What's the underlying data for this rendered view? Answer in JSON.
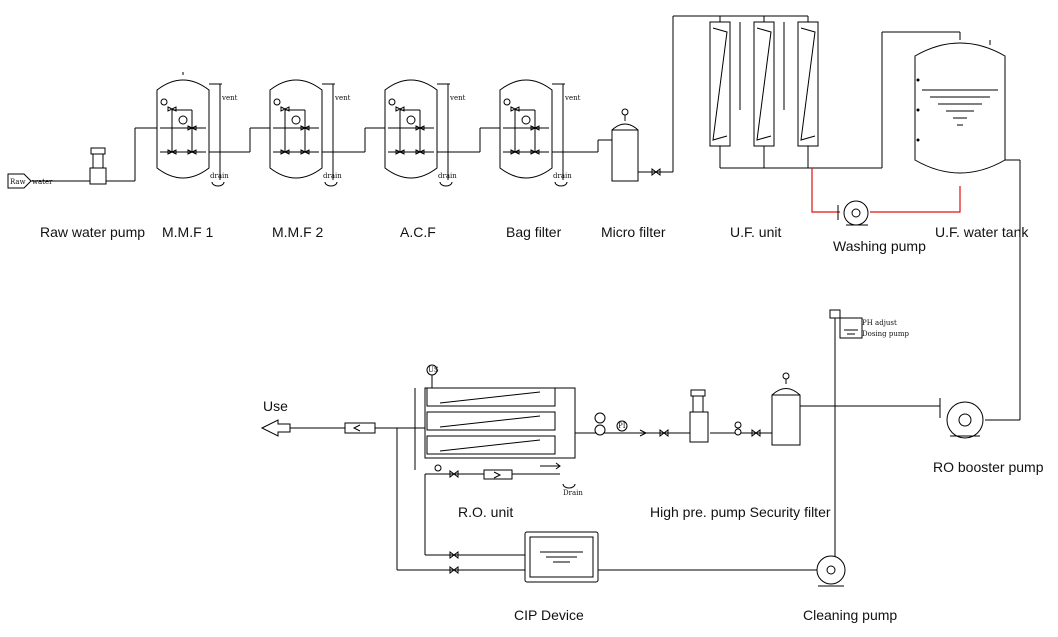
{
  "labels": {
    "raw_water_pump": "Raw water pump",
    "mmf1": "M.M.F 1",
    "mmf2": "M.M.F 2",
    "acf": "A.C.F",
    "bag_filter": "Bag filter",
    "micro_filter": "Micro filter",
    "uf_unit": "U.F. unit",
    "washing_pump": "Washing pump",
    "uf_water_tank": "U.F. water tank",
    "ro_booster_pump": "RO booster pump",
    "ph_adjust": "PH adjust",
    "dosing_pump": "Dosing pump",
    "security_filter": "High pre. pump Security filter",
    "ro_unit": "R.O. unit",
    "use": "Use",
    "cip_device": "CIP Device",
    "cleaning_pump": "Cleaning pump"
  },
  "small": {
    "raw": "Raw",
    "water": "water",
    "vent": "vent",
    "drain": "drain",
    "drain_ro": "Drain",
    "pi": "PI",
    "us": "US"
  },
  "colors": {
    "line": "#000000",
    "washing_loop": "#e01010"
  }
}
